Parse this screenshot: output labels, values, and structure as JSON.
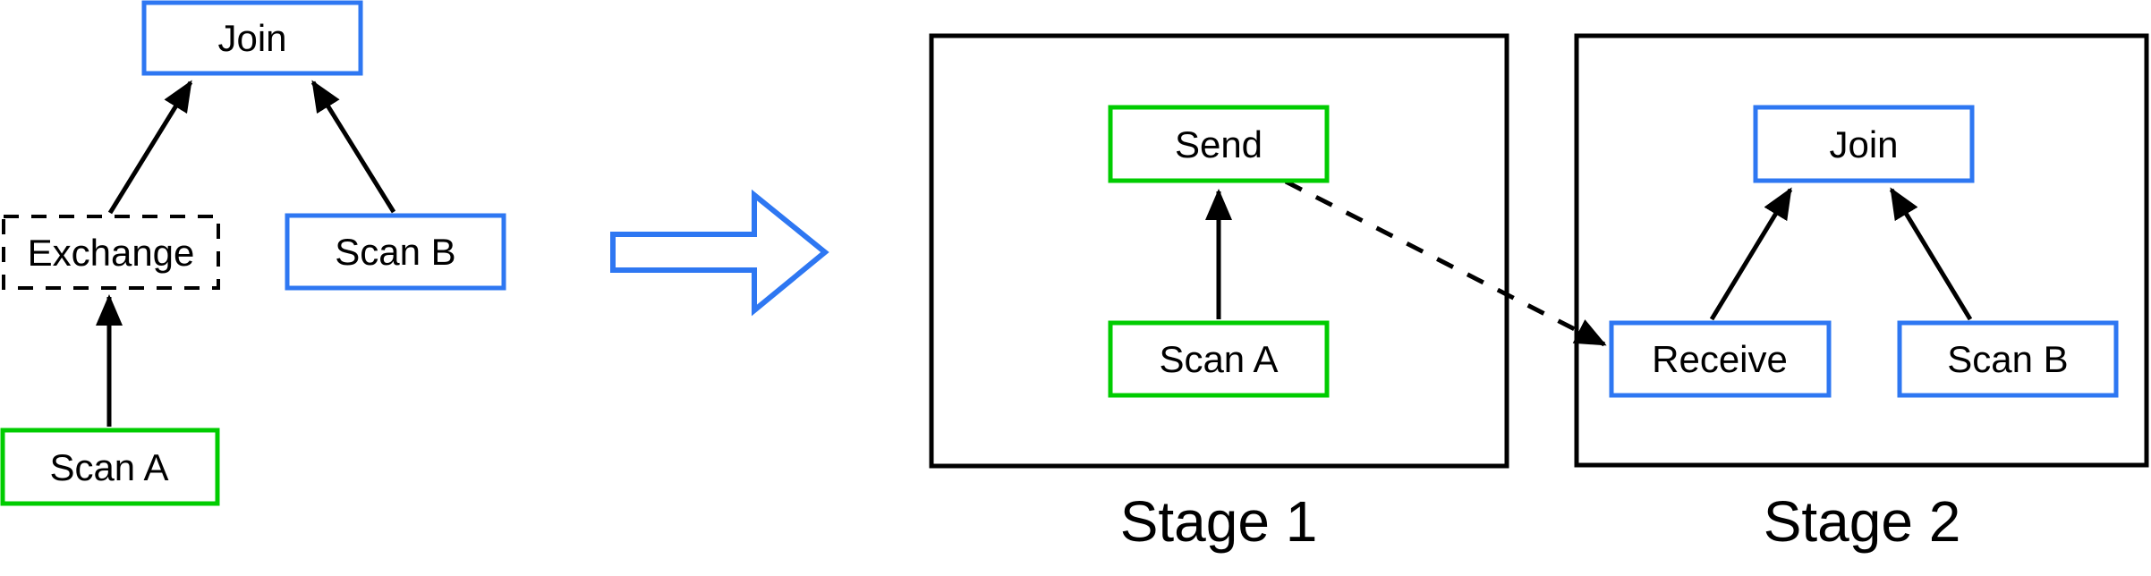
{
  "colors": {
    "blue": "#2E77F2",
    "green": "#00CC00",
    "black": "#000000",
    "background": "#FFFFFF"
  },
  "left_tree": {
    "join_label": "Join",
    "exchange_label": "Exchange",
    "scan_b_label": "Scan B",
    "scan_a_label": "Scan A"
  },
  "transform": {
    "arrow_icon": "right-arrow-icon"
  },
  "stage1": {
    "title": "Stage 1",
    "send_label": "Send",
    "scan_a_label": "Scan A"
  },
  "stage2": {
    "title": "Stage 2",
    "join_label": "Join",
    "receive_label": "Receive",
    "scan_b_label": "Scan B"
  }
}
